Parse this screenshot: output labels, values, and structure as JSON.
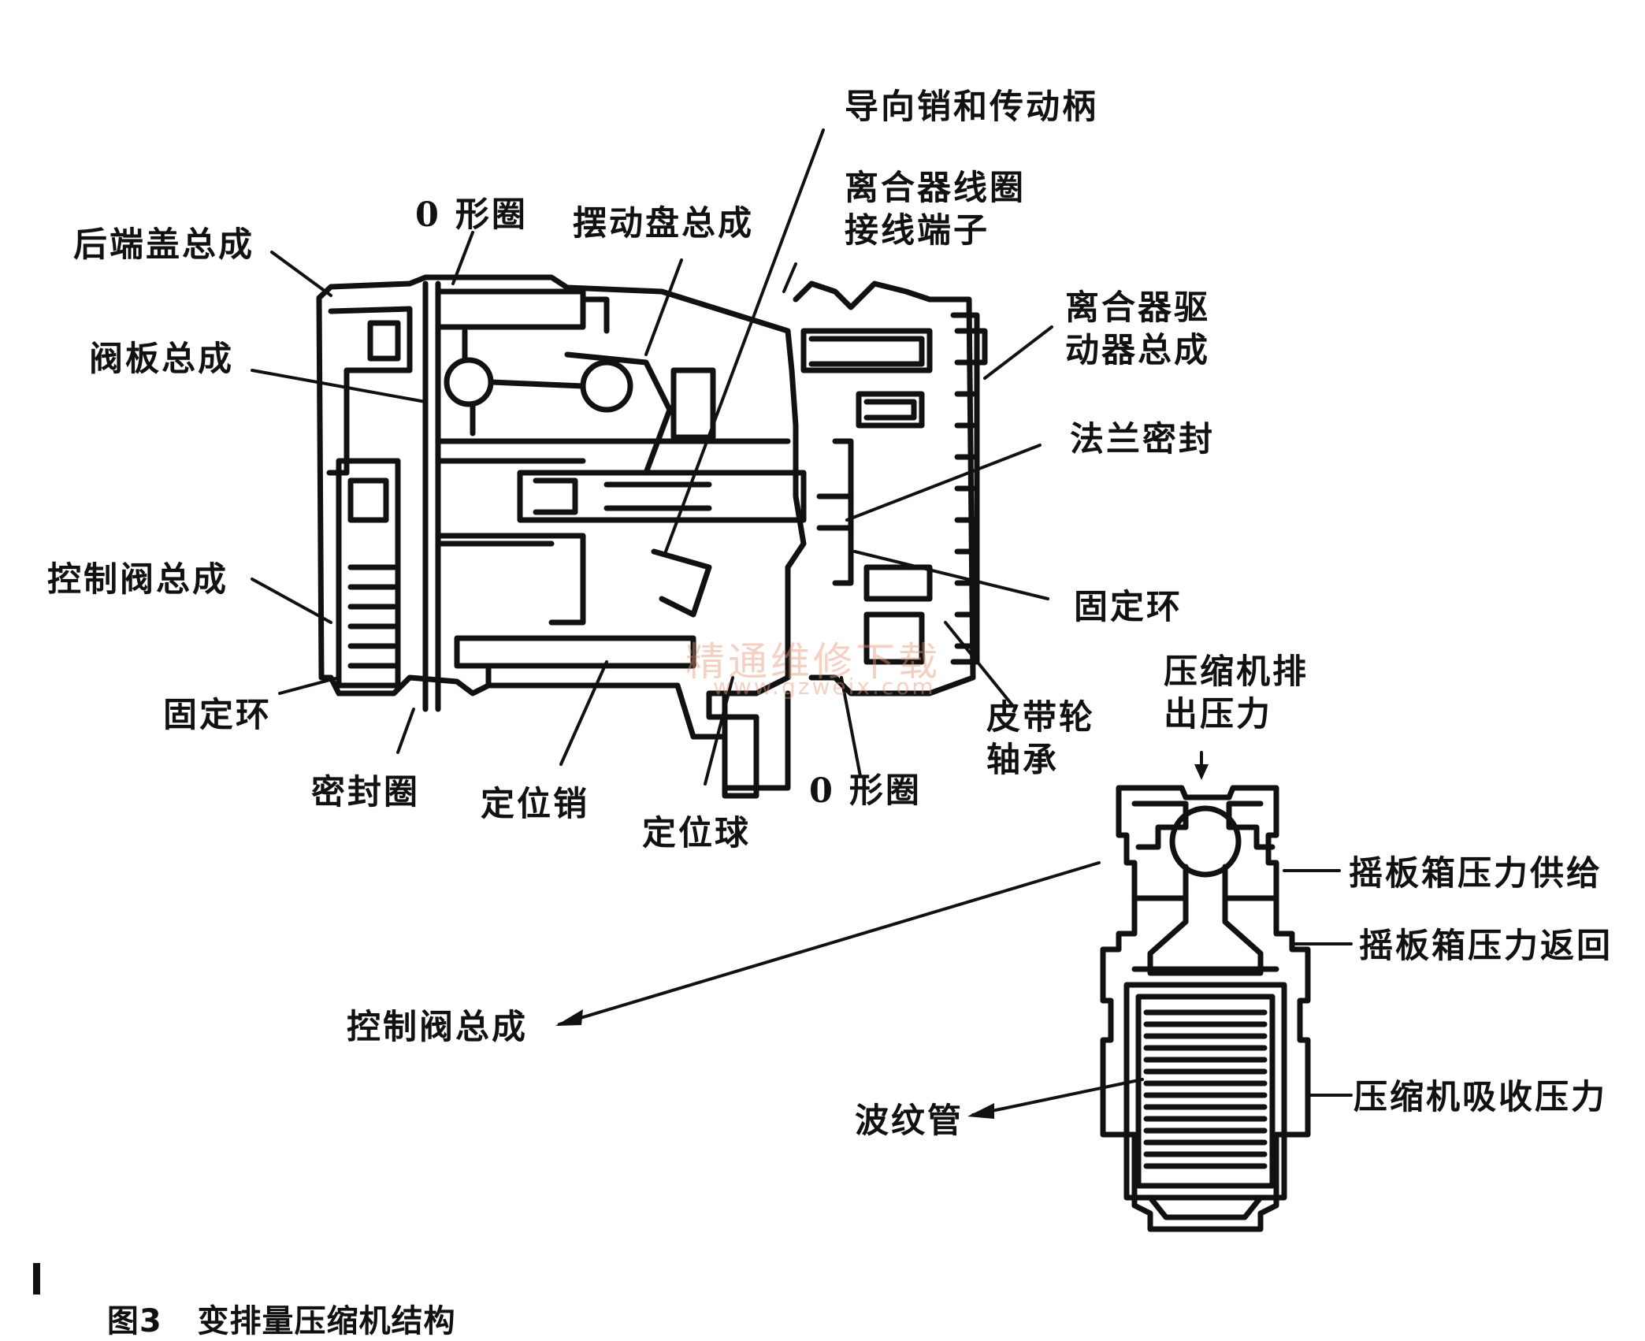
{
  "labels": {
    "guide_pin_drive_handle": "导向销和传动柄",
    "clutch_coil_terminal": "离合器线圈\n接线端子",
    "o_ring_top": "0 形圈",
    "swash_plate": "摆动盘总成",
    "rear_cover": "后端盖总成",
    "clutch_driver": "离合器驱\n动器总成",
    "valve_plate": "阀板总成",
    "flange_seal": "法兰密封",
    "control_valve_left": "控制阀总成",
    "retaining_ring_right": "固定环",
    "retaining_ring_left": "固定环",
    "discharge_pressure": "压缩机排\n出压力",
    "pulley_bearing": "皮带轮\n轴承",
    "seal_ring": "密封圈",
    "locating_pin": "定位销",
    "o_ring_bottom": "0 形圈",
    "locating_ball": "定位球",
    "crankcase_supply": "摇板箱压力供给",
    "crankcase_return": "摇板箱压力返回",
    "control_valve_detail": "控制阀总成",
    "bellows": "波纹管",
    "suction_pressure": "压缩机吸收压力"
  },
  "watermark": {
    "text": "精通维修下载",
    "url": "www.gzweix.com"
  },
  "caption": {
    "figure": "图3",
    "title": "变排量压缩机结构"
  }
}
